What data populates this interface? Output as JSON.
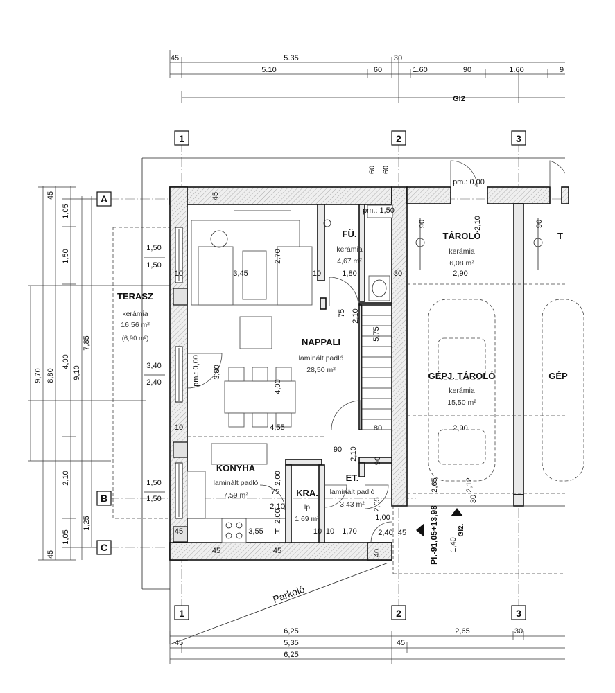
{
  "top_dims": {
    "row1": [
      "45",
      "5.35",
      "30"
    ],
    "row2": [
      "5.10",
      "60",
      "1.60",
      "90",
      "1.60",
      "9"
    ],
    "row3": [
      "GI2"
    ]
  },
  "grid": {
    "col1": "1",
    "col2": "2",
    "col3": "3",
    "row_a": "A",
    "row_b": "B",
    "row_c": "C"
  },
  "rooms": {
    "terasz": {
      "name": "TERASZ",
      "finish": "kerámia",
      "area": "16,56 m²",
      "area2": "(6,90 m²)"
    },
    "fu": {
      "name": "FÜ.",
      "finish": "kerámia",
      "area": "4,67 m²"
    },
    "taroloA": {
      "name": "TÁROLÓ",
      "finish": "kerámia",
      "area": "6,08 m²"
    },
    "taroloB": {
      "name": "T"
    },
    "nappali": {
      "name": "NAPPALI",
      "finish": "laminált padló",
      "area": "28,50 m²"
    },
    "gepjA": {
      "name": "GÉPJ. TÁROLÓ",
      "finish": "kerámia",
      "area": "15,50 m²"
    },
    "gepjB": {
      "name": "GÉP"
    },
    "konyha": {
      "name": "KONYHA",
      "finish": "laminált padló",
      "area": "7,59 m²"
    },
    "kra": {
      "name": "KRA.",
      "finish": "lp",
      "area": "1,69 m²"
    },
    "et": {
      "name": "ET.",
      "finish": "laminált padló",
      "area": "3,43 m²"
    }
  },
  "levels": {
    "pm_door_a": "pm.: 0,00",
    "pm_fu": "pm.: 1,50",
    "pm_terasz": "pm.: 0,00"
  },
  "section_mark": "Pl.-91,05+13,98",
  "section_gi2": "GI2.",
  "parking": "Parkoló",
  "left_dims": {
    "col1": [
      "45",
      "1,05",
      "1,50",
      "4,00",
      "2,10",
      "1,05",
      "45"
    ],
    "col2": [
      "9,70",
      "8,80",
      "9,10",
      "7,85",
      "1,25"
    ],
    "win": [
      "1,50",
      "1,50",
      "3,40",
      "2,40",
      "1,50",
      "1,50"
    ]
  },
  "inner_dims": {
    "top": [
      "45",
      "60",
      "60",
      "90",
      "90",
      "2,10"
    ],
    "mid": [
      "3,45",
      "2,70",
      "10",
      "1,80",
      "30",
      "2,90",
      "3,80",
      "4,00",
      "4,55",
      "2,10",
      "75",
      "5,75",
      "80",
      "10",
      "10"
    ],
    "low": [
      "2,90",
      "2,00",
      "75",
      "2,10",
      "90",
      "2,10",
      "2,65",
      "2,12",
      "30",
      "3,55",
      "1,70",
      "H",
      "2,00",
      "1,00",
      "2,40",
      "45",
      "40",
      "1,40",
      "45",
      "45",
      "10",
      "2,05",
      "10",
      "90",
      "45"
    ]
  },
  "bottom_dims": {
    "row1": [
      "6,25",
      "2,65",
      "30"
    ],
    "row2": [
      "45",
      "5,35",
      "45"
    ],
    "row3": [
      "6,25"
    ]
  }
}
